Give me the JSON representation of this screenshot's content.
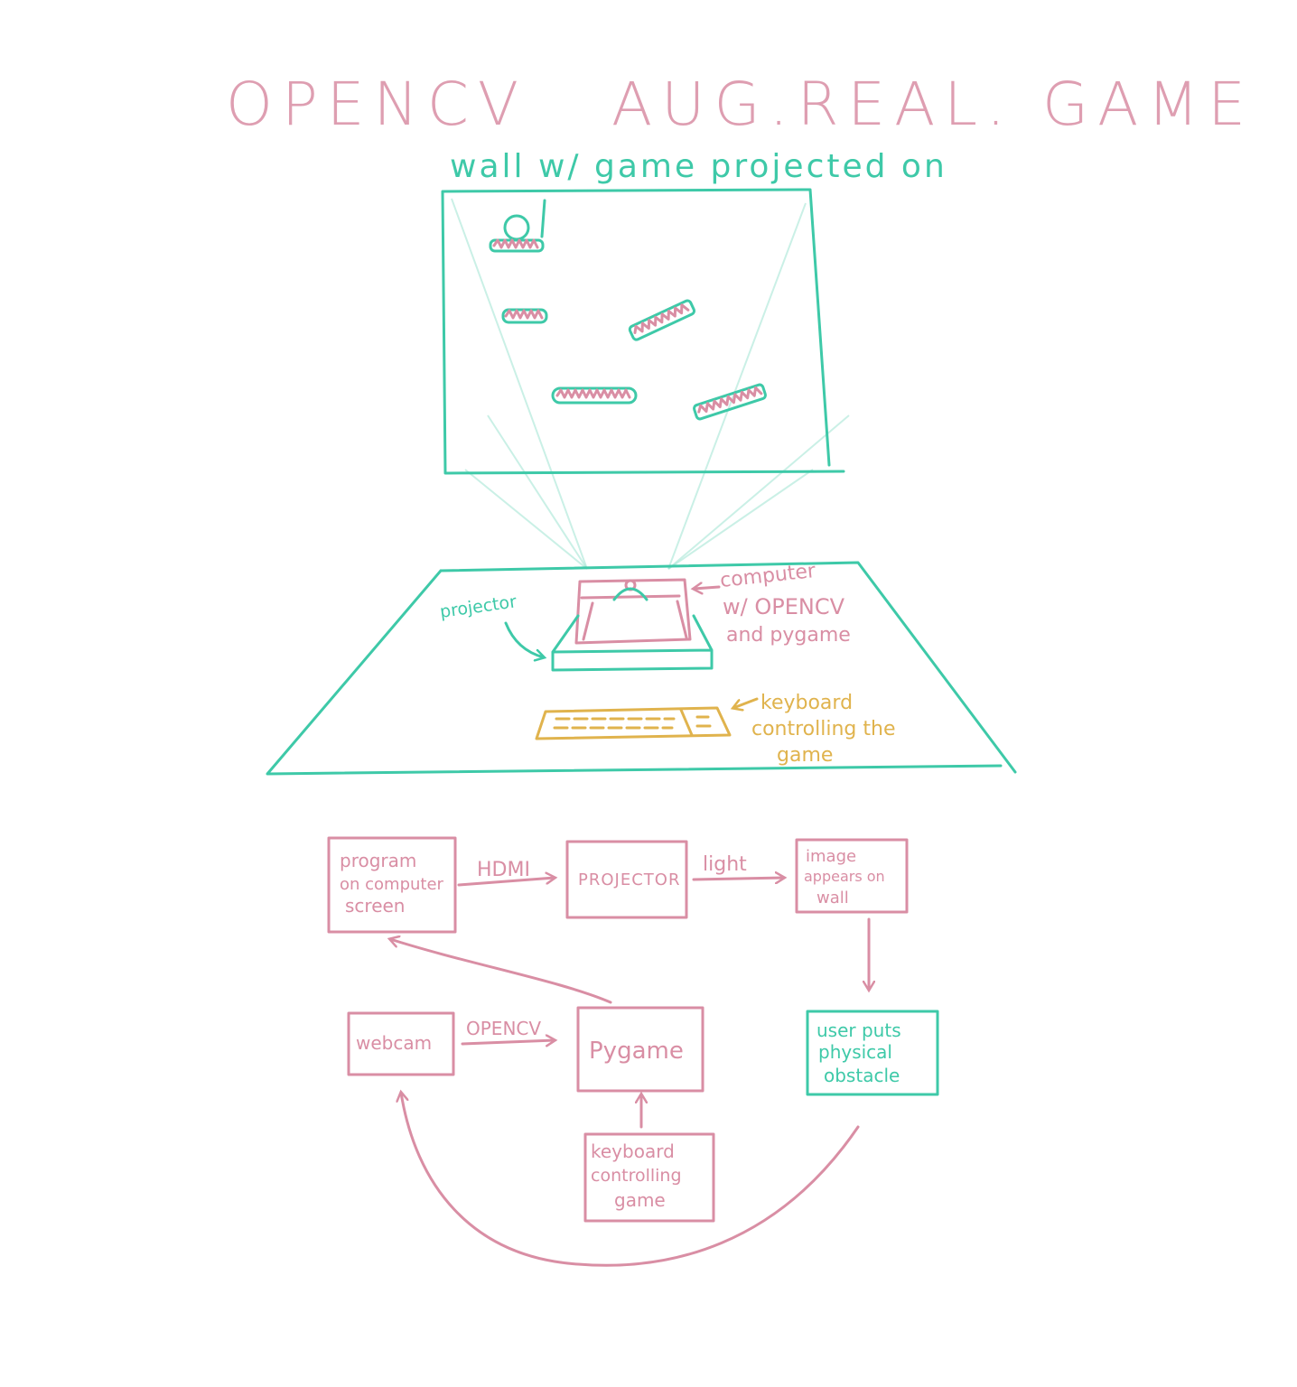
{
  "title": "OPENCV   AUG.REAL. GAME",
  "wall_label": "wall w/ game projected on",
  "labels": {
    "projector": "projector",
    "computer_line1": "computer",
    "computer_line2": "w/ OPENCV",
    "computer_line3": "and pygame",
    "keyboard_line1": "keyboard",
    "keyboard_line2": "controlling the",
    "keyboard_line3": "game"
  },
  "flow": {
    "program_line1": "program",
    "program_line2": "on computer",
    "program_line3": "screen",
    "hdmi": "HDMI",
    "projector_box": "PROJECTOR",
    "light": "light",
    "image_line1": "image",
    "image_line2": "appears on",
    "image_line3": "wall",
    "webcam": "webcam",
    "opencv": "OPENCV",
    "pygame": "Pygame",
    "user_line1": "user puts",
    "user_line2": "physical",
    "user_line3": "obstacle",
    "kbd_line1": "keyboard",
    "kbd_line2": "controlling",
    "kbd_line3": "game"
  },
  "colors": {
    "pink": "#d98ea4",
    "teal": "#3ec9a8",
    "gold": "#e0b34d"
  }
}
